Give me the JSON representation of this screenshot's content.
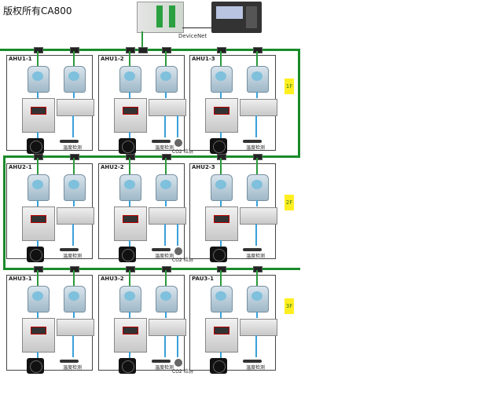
{
  "copyright": "版权所有CA800",
  "network_label": "DeviceNet",
  "floors": [
    "1F",
    "2F",
    "3F"
  ],
  "rows": [
    [
      {
        "label": "AHU1-1",
        "co2": false
      },
      {
        "label": "AHU1-2",
        "co2": true
      },
      {
        "label": "AHU1-3",
        "co2": false
      }
    ],
    [
      {
        "label": "AHU2-1",
        "co2": false
      },
      {
        "label": "AHU2-2",
        "co2": true
      },
      {
        "label": "AHU2-3",
        "co2": false
      }
    ],
    [
      {
        "label": "AHU3-1",
        "co2": false
      },
      {
        "label": "AHU3-2",
        "co2": true
      },
      {
        "label": "PAU3-1",
        "co2": false
      }
    ]
  ],
  "sensor_label": "温度检测",
  "co2_label": "CO2 检测",
  "colors": {
    "bus": "#1a8a2a",
    "signal": "#3aa0d8",
    "floor_tag": "#ffef20"
  }
}
